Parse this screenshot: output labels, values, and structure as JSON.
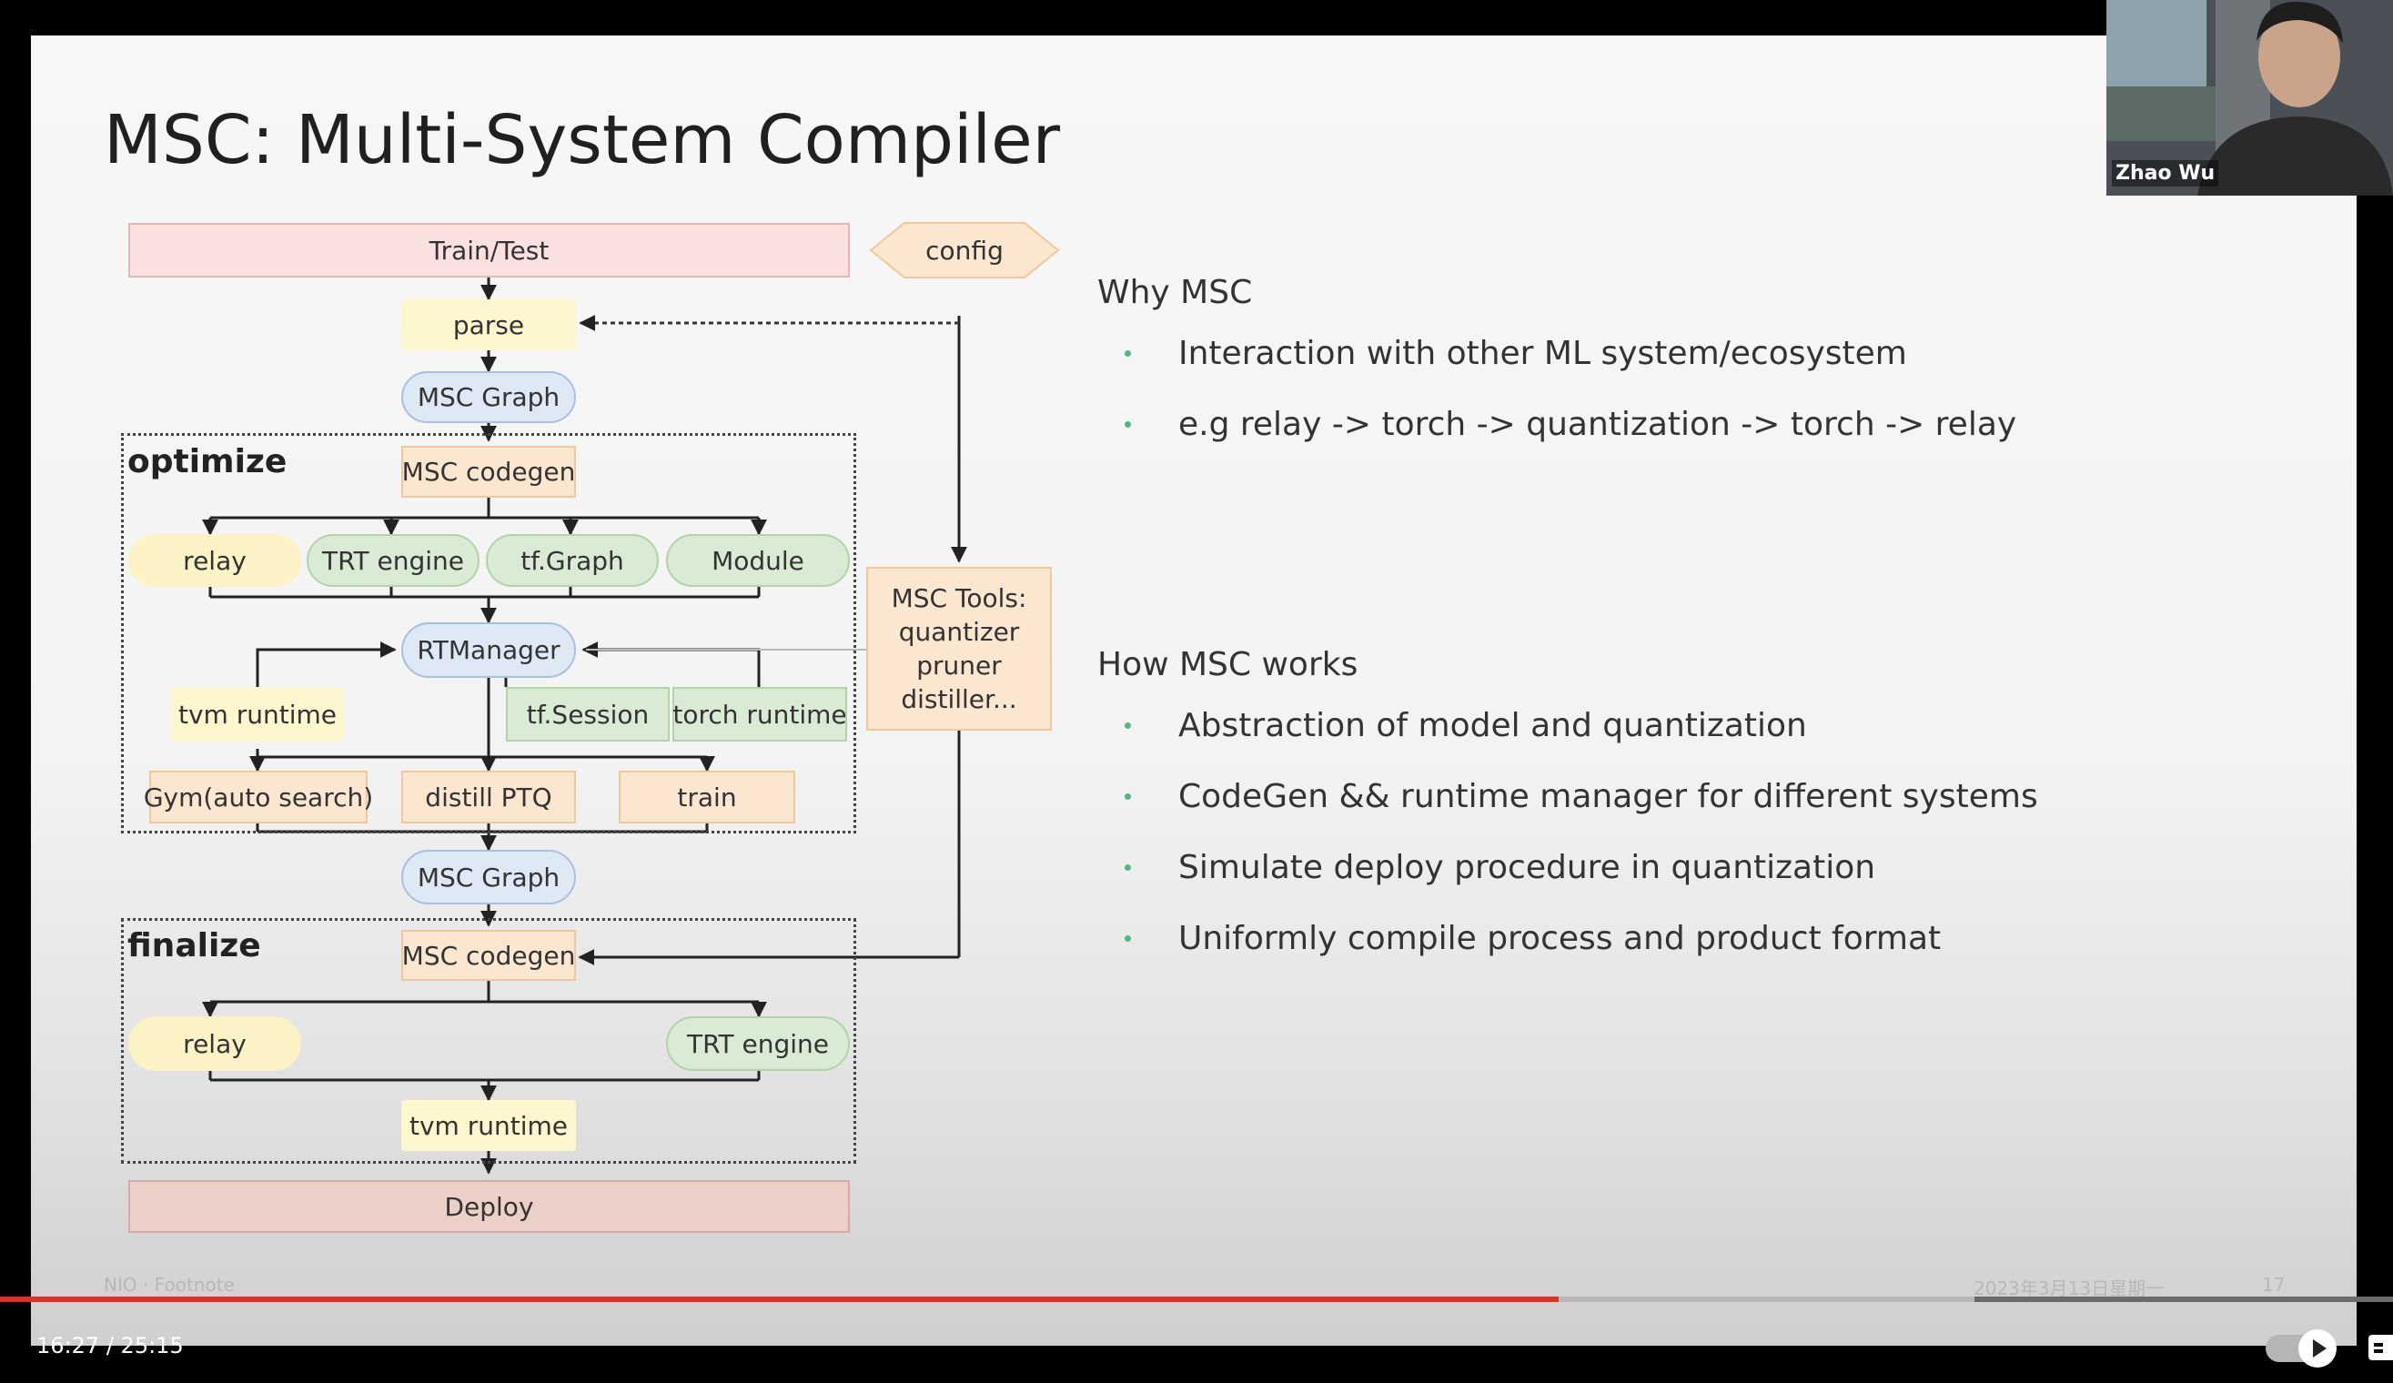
{
  "slide": {
    "title": "MSC: Multi-System Compiler",
    "diagram": {
      "train_test": "Train/Test",
      "config": "config",
      "parse": "parse",
      "msc_graph_1": "MSC Graph",
      "optimize_label": "optimize",
      "msc_codegen_1": "MSC codegen",
      "relay_1": "relay",
      "trt_engine_1": "TRT engine",
      "tf_graph": "tf.Graph",
      "module": "Module",
      "rtmanager": "RTManager",
      "tvm_runtime_1": "tvm runtime",
      "tf_session": "tf.Session",
      "torch_runtime": "torch runtime",
      "gym": "Gym(auto search)",
      "distill_ptq": "distill PTQ",
      "train": "train",
      "msc_graph_2": "MSC Graph",
      "finalize_label": "finalize",
      "msc_codegen_2": "MSC codegen",
      "relay_2": "relay",
      "trt_engine_2": "TRT engine",
      "tvm_runtime_2": "tvm runtime",
      "deploy": "Deploy",
      "tools_line1": "MSC Tools:",
      "tools_line2": "quantizer",
      "tools_line3": "pruner",
      "tools_line4": "distiller..."
    },
    "why": {
      "heading": "Why MSC",
      "bullets": [
        "Interaction with other ML system/ecosystem",
        "e.g relay -> torch -> quantization -> torch -> relay"
      ]
    },
    "how": {
      "heading": "How MSC works",
      "bullets": [
        "Abstraction of model and quantization",
        "CodeGen && runtime manager for different systems",
        "Simulate deploy procedure in quantization",
        "Uniformly compile process and product format"
      ]
    },
    "footer_left": "NIO · Footnote",
    "footer_date": "2023年3月13日星期一",
    "page_number": "17"
  },
  "webcam": {
    "name": "Zhao Wu"
  },
  "player": {
    "current_time": "16:27",
    "separator": "/",
    "duration": "25:15",
    "progress_fraction": 0.6515
  },
  "colors": {
    "accent_red": "#e52d27",
    "bullet_green": "#52b788"
  }
}
